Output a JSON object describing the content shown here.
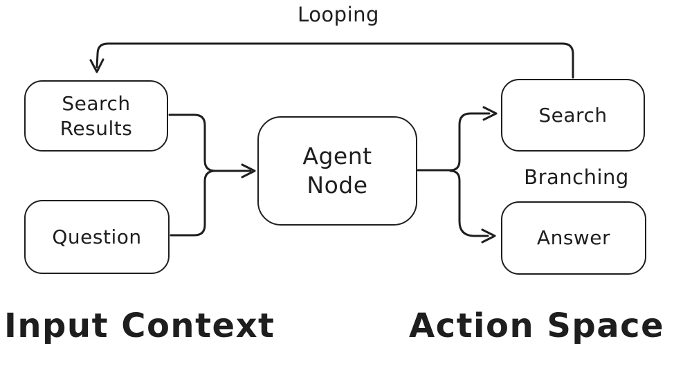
{
  "diagram": {
    "nodes": {
      "search_results": {
        "label": "Search\nResults"
      },
      "question": {
        "label": "Question"
      },
      "agent_node": {
        "label": "Agent\nNode"
      },
      "search": {
        "label": "Search"
      },
      "answer": {
        "label": "Answer"
      }
    },
    "annotations": {
      "looping": "Looping",
      "branching": "Branching"
    },
    "sections": {
      "input_context": "Input Context",
      "action_space": "Action Space"
    },
    "edges": [
      {
        "from": "search_results",
        "to": "agent_node"
      },
      {
        "from": "question",
        "to": "agent_node"
      },
      {
        "from": "agent_node",
        "to": "search"
      },
      {
        "from": "agent_node",
        "to": "answer"
      },
      {
        "from": "search",
        "to": "search_results",
        "label": "Looping"
      }
    ],
    "colors": {
      "stroke": "#1e1e1e",
      "background": "#ffffff"
    }
  }
}
